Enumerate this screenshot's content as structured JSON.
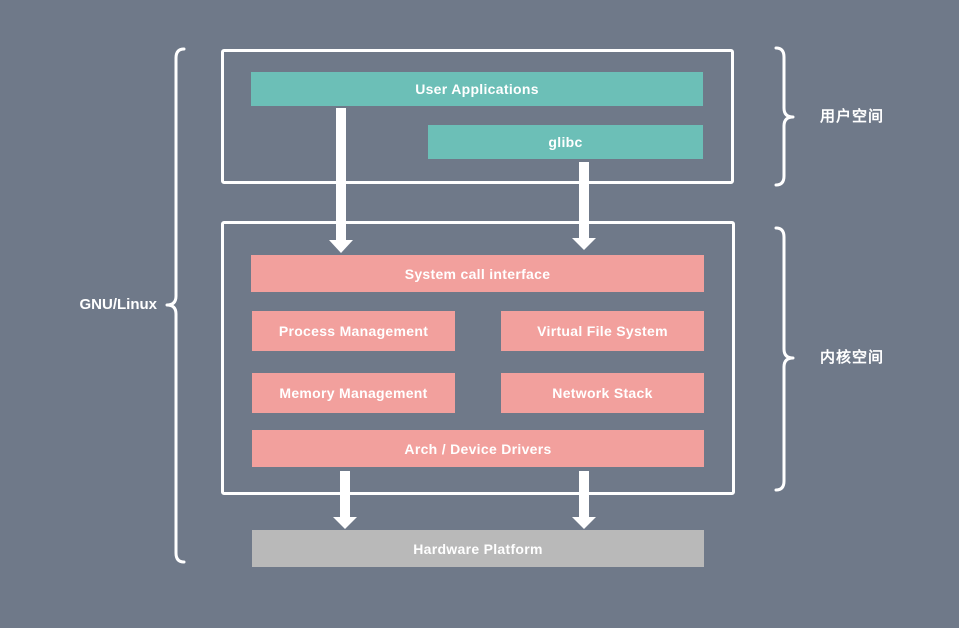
{
  "colors": {
    "background": "#6f7989",
    "user_space_block": "#6cbfb7",
    "kernel_block": "#f2a09d",
    "hardware_block": "#b9b9b9",
    "lines": "#ffffff"
  },
  "outer_label": "GNU/Linux",
  "user_space": {
    "label": "用户空间",
    "blocks": [
      {
        "text": "User Applications"
      },
      {
        "text": "glibc"
      }
    ]
  },
  "kernel_space": {
    "label": "内核空间",
    "blocks": [
      {
        "text": "System call interface"
      },
      {
        "text": "Process Management"
      },
      {
        "text": "Virtual File System"
      },
      {
        "text": "Memory Management"
      },
      {
        "text": "Network Stack"
      },
      {
        "text": "Arch / Device Drivers"
      }
    ]
  },
  "hardware": {
    "text": "Hardware Platform"
  }
}
